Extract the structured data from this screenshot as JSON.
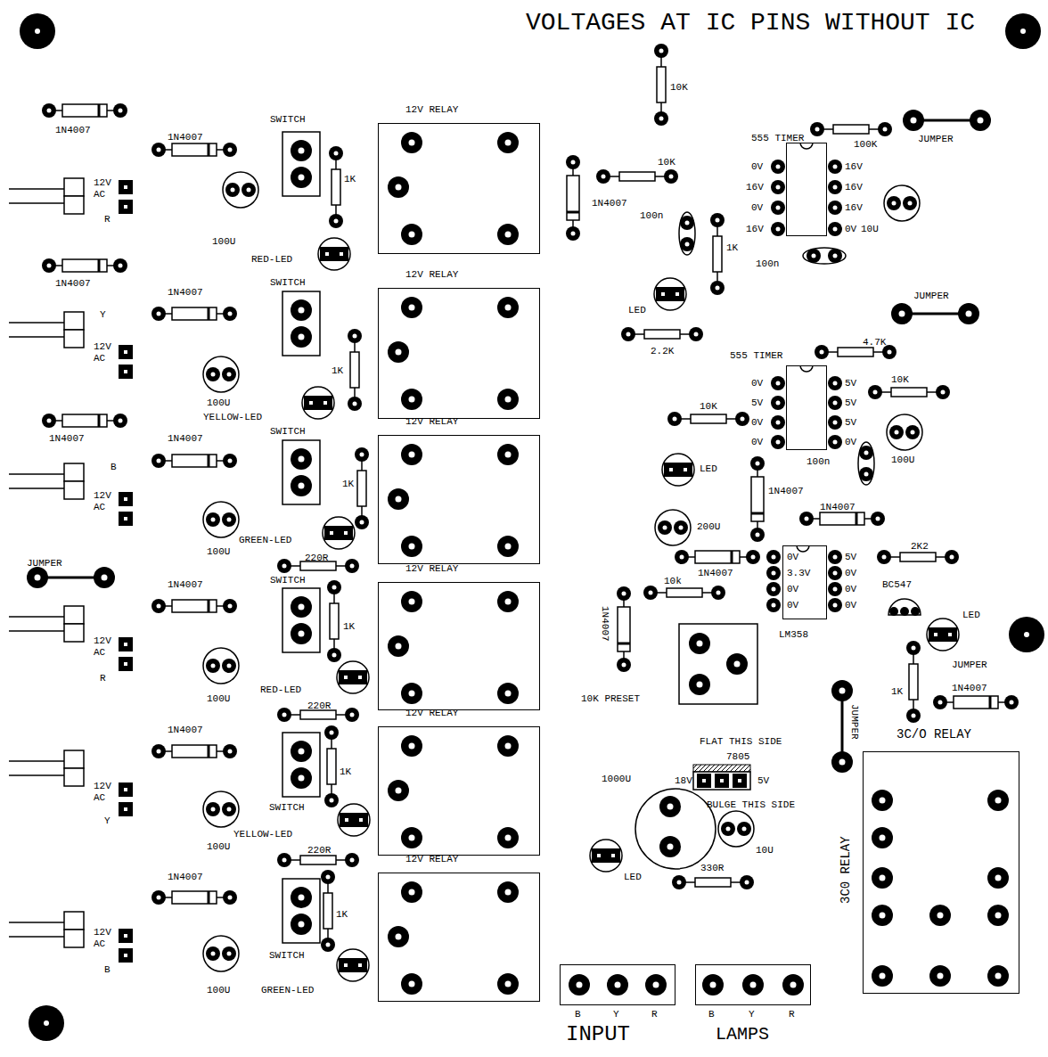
{
  "diagram": {
    "title": "VOLTAGES AT IC PINS WITHOUT IC",
    "nodes": [
      {
        "text": [
          "12V RELAY"
        ]
      },
      {
        "text": [
          "12V RELAY"
        ]
      },
      {
        "text": [
          "12V RELAY"
        ]
      },
      {
        "text": [
          "12V RELAY"
        ]
      },
      {
        "text": [
          "12V RELAY"
        ]
      },
      {
        "text": [
          "12V RELAY"
        ]
      },
      {
        "text": [
          "555 TIMER"
        ]
      },
      {
        "text": [
          "555 TIMER"
        ]
      },
      {
        "text": [
          "LM358"
        ]
      },
      {
        "text": [
          "3C/O RELAY",
          "3C0 RELAY"
        ]
      },
      {
        "text": [
          "INPUT"
        ]
      },
      {
        "text": [
          "LAMPS"
        ]
      }
    ],
    "labels": [
      "1N4007",
      "1N4007",
      "12V AC",
      "R",
      "SWITCH",
      "1K",
      "100U",
      "RED-LED",
      "1N4007",
      "1N4007",
      "Y",
      "12V AC",
      "SWITCH",
      "1K",
      "100U",
      "YELLOW-LED",
      "1N4007",
      "1N4007",
      "B",
      "12V AC",
      "SWITCH",
      "1K",
      "GREEN-LED",
      "100U",
      "JUMPER",
      "1N4007",
      "220R",
      "SWITCH",
      "1K",
      "12V AC",
      "R",
      "RED-LED",
      "100U",
      "1N4007",
      "220R",
      "12V AC",
      "Y",
      "1K",
      "SWITCH",
      "YELLOW-LED",
      "100U",
      "1N4007",
      "220R",
      "12V AC",
      "B",
      "1K",
      "SWITCH",
      "GREEN-LED",
      "100U",
      "10K",
      "10K",
      "100K",
      "JUMPER",
      "1N4007",
      "100n",
      "1K",
      "100n",
      "LED",
      "2.2K",
      "JUMPER",
      "0V",
      "16V",
      "0V",
      "16V",
      "16V",
      "16V",
      "16V",
      "0V",
      "10U",
      "4.7K",
      "0V",
      "5V",
      "0V",
      "0V",
      "5V",
      "5V",
      "5V",
      "0V",
      "10K",
      "10K",
      "100n",
      "100U",
      "LED",
      "1N4007",
      "1N4007",
      "200U",
      "1N4007",
      "0V",
      "3.3V",
      "0V",
      "0V",
      "5V",
      "0V",
      "0V",
      "0V",
      "2K2",
      "BC547",
      "LED",
      "10k",
      "1N4007",
      "10K PRESET",
      "JUMPER",
      "1K",
      "1N4007",
      "JUMPER",
      "FLAT THIS SIDE",
      "7805",
      "18V",
      "5V",
      "BULGE THIS SIDE",
      "1000U",
      "10U",
      "330R",
      "LED",
      "B",
      "Y",
      "R",
      "B",
      "Y",
      "R"
    ]
  }
}
